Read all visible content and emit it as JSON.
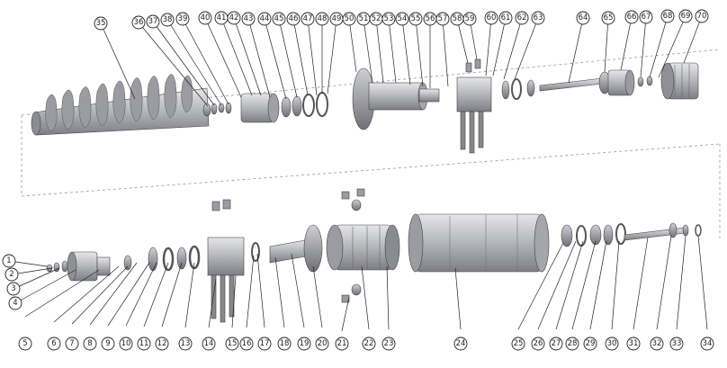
{
  "drawing": {
    "upper_part_numbers": [
      "35",
      "36",
      "37",
      "38",
      "39",
      "40",
      "41",
      "42",
      "43",
      "44",
      "45",
      "46",
      "47",
      "48",
      "49",
      "50",
      "51",
      "52",
      "53",
      "54",
      "55",
      "56",
      "57",
      "58",
      "59",
      "60",
      "61",
      "62",
      "63",
      "64",
      "65",
      "66",
      "67",
      "68",
      "69",
      "70"
    ],
    "lower_part_numbers": [
      "1",
      "2",
      "3",
      "4",
      "5",
      "6",
      "7",
      "8",
      "9",
      "10",
      "11",
      "12",
      "13",
      "14",
      "15",
      "16",
      "17",
      "18",
      "19",
      "20",
      "21",
      "22",
      "23",
      "24",
      "25",
      "26",
      "27",
      "28",
      "29",
      "30",
      "31",
      "32",
      "33",
      "34"
    ]
  },
  "colors": {
    "metal_light": "#c9c9cc",
    "metal_mid": "#a7a8ad",
    "metal_dark": "#7d7e84",
    "outline": "#444444",
    "background": "#ffffff"
  }
}
